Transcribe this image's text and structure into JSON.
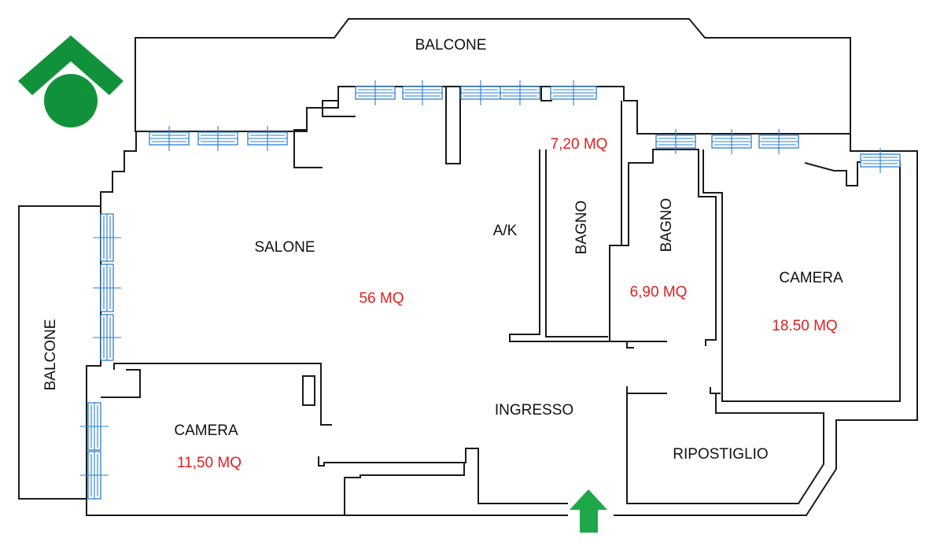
{
  "colors": {
    "wall": "#1a1a1a",
    "window": "#2a7fd4",
    "area_text": "#e02020",
    "logo_green": "#11923a",
    "entry_arrow": "#1ea84a"
  },
  "logo": {
    "icon": "house-roof-circle-logo-icon"
  },
  "entry": {
    "icon": "arrow-up-icon"
  },
  "rooms": {
    "balcone_top": {
      "label": "BALCONE"
    },
    "balcone_left": {
      "label": "BALCONE"
    },
    "salone": {
      "label": "SALONE",
      "area": "56 MQ"
    },
    "kitchen": {
      "label": "A/K",
      "area": "7,20 MQ"
    },
    "bagno_1": {
      "label": "BAGNO"
    },
    "bagno_2": {
      "label": "BAGNO",
      "area": "6,90 MQ"
    },
    "camera_right": {
      "label": "CAMERA",
      "area": "18.50 MQ"
    },
    "camera_left": {
      "label": "CAMERA",
      "area": "11,50 MQ"
    },
    "ingresso": {
      "label": "INGRESSO"
    },
    "ripostiglio": {
      "label": "RIPOSTIGLIO"
    }
  }
}
